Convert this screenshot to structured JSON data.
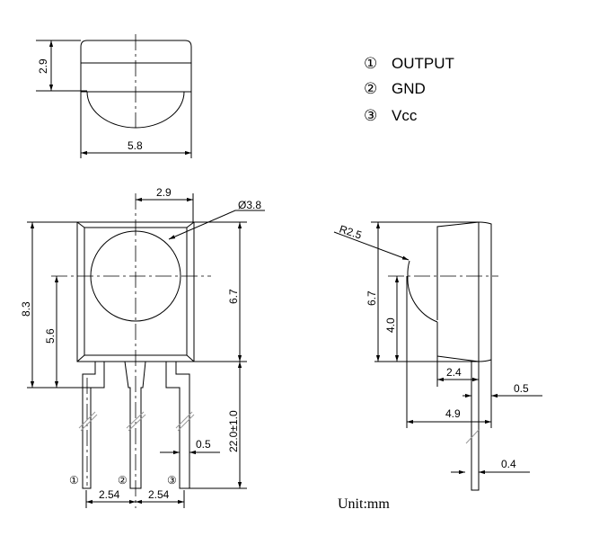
{
  "pins": [
    {
      "number": "①",
      "label": "OUTPUT"
    },
    {
      "number": "②",
      "label": "GND"
    },
    {
      "number": "③",
      "label": "Vcc"
    }
  ],
  "top_view": {
    "height_dim": "2.9",
    "width_dim": "5.8"
  },
  "front_view": {
    "lens_offset_dim": "2.9",
    "lens_diameter_dim": "Ø3.8",
    "total_height_dim": "8.3",
    "lens_center_height_dim": "5.6",
    "body_height_dim": "6.7",
    "lead_length_dim": "22.0±1.0",
    "lead_width_dim": "0.5",
    "pitch_dims": [
      "2.54",
      "2.54"
    ],
    "pin_markers": [
      "①",
      "②",
      "③"
    ]
  },
  "side_view": {
    "radius_dim": "R2.5",
    "body_height_dim": "6.7",
    "lens_center_height_dim": "4.0",
    "body_depth_dim": "2.4",
    "flange_dim": "0.5",
    "total_depth_dim": "4.9",
    "lead_thickness_dim": "0.4"
  },
  "unit_label": "Unit:mm"
}
